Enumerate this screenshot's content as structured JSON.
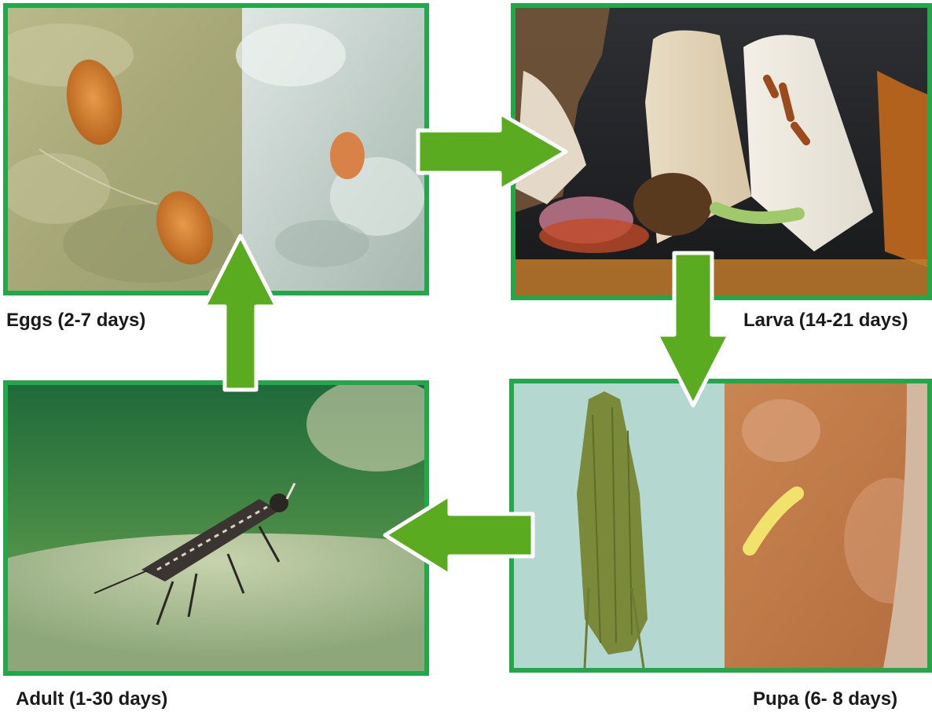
{
  "stages": {
    "eggs": {
      "label": "Eggs (2-7 days)"
    },
    "larva": {
      "label": "Larva (14-21 days)"
    },
    "pupa": {
      "label": "Pupa (6- 8 days)"
    },
    "adult": {
      "label": "Adult (1-30 days)"
    }
  },
  "colors": {
    "panel_border": "#22a84a",
    "arrow_fill": "#5aab1f",
    "arrow_outline": "#ffffff",
    "label_text": "#1a1a1a"
  },
  "icons": {
    "transition_arrow": "thick-arrow-icon"
  },
  "cycle_order": [
    "eggs",
    "larva",
    "pupa",
    "adult"
  ]
}
